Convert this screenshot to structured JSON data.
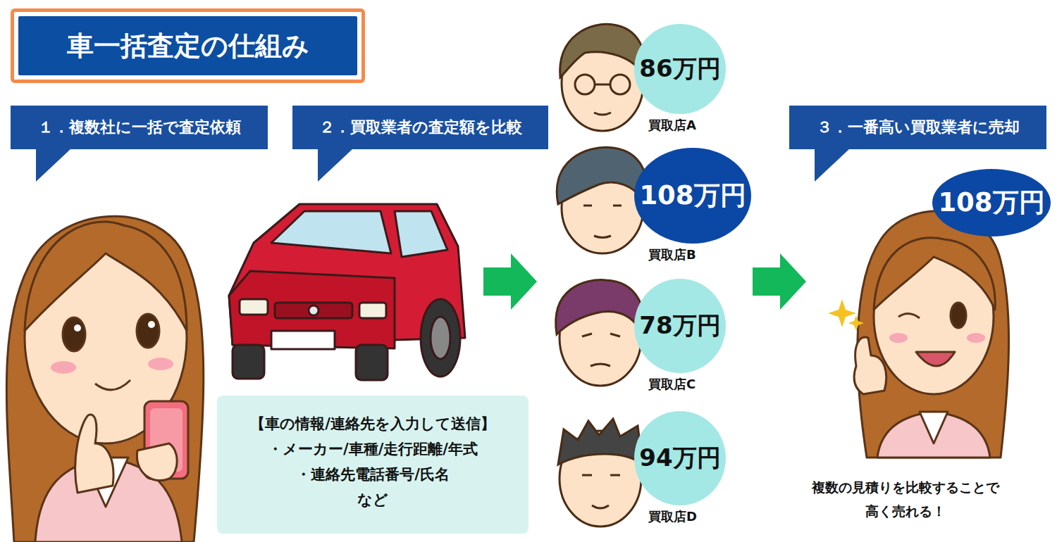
{
  "diagram": {
    "title": "車一括査定の仕組み",
    "nodes": [
      {
        "text": [
          "１．複数社に一括で査定依頼"
        ]
      },
      {
        "text": [
          "２．買取業者の査定額を比較"
        ]
      },
      {
        "text": [
          "【車の情報/連絡先を入力して送信】",
          "・メーカー/車種/走行距離/年式",
          "・連絡先電話番号/氏名",
          "など"
        ]
      },
      {
        "text": [
          "86万円",
          "買取店A"
        ]
      },
      {
        "text": [
          "108万円",
          "買取店B"
        ]
      },
      {
        "text": [
          "78万円",
          "買取店C"
        ]
      },
      {
        "text": [
          "94万円",
          "買取店D"
        ]
      },
      {
        "text": [
          "３．一番高い買取業者に売却"
        ]
      },
      {
        "text": [
          "108万円"
        ]
      }
    ],
    "labels": [
      "複数の見積りを比較することで",
      "高く売れる！"
    ]
  }
}
